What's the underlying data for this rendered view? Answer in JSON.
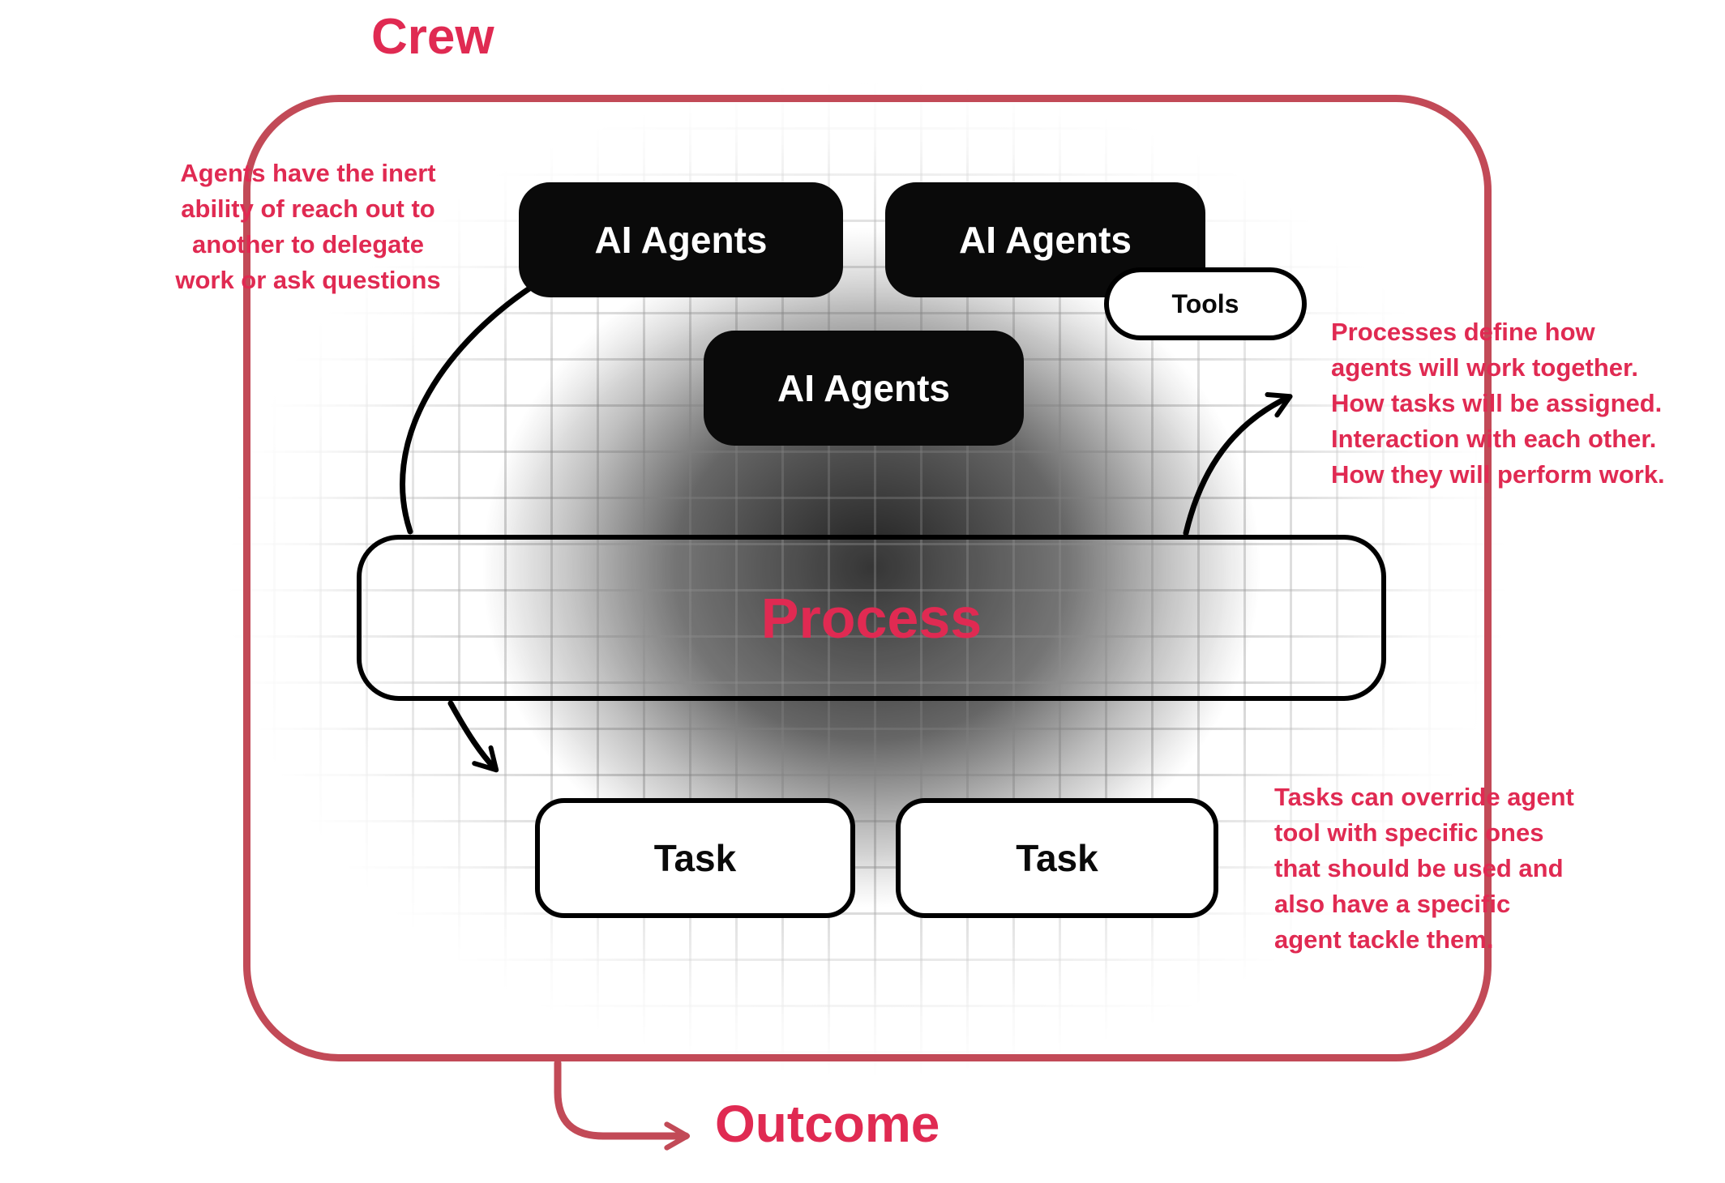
{
  "title": "Crew",
  "outcome_label": "Outcome",
  "nodes": {
    "agent1": "AI Agents",
    "agent2": "AI Agents",
    "agent3": "AI Agents",
    "tools": "Tools",
    "process": "Process",
    "task1": "Task",
    "task2": "Task"
  },
  "annotations": {
    "left": "Agents have the inert\nability of reach out to\nanother to delegate\nwork or ask questions",
    "right_top": "Processes define how\nagents will work together.\nHow tasks will be assigned.\nInteraction with each other.\nHow they will perform work.",
    "right_bottom": "Tasks can override agent\ntool with specific ones\nthat should be used and\nalso have a specific\nagent tackle them."
  },
  "colors": {
    "accent_text": "#E02A52",
    "border_red": "#C24A57",
    "node_black": "#0A0A0A",
    "node_white": "#FFFFFF"
  }
}
